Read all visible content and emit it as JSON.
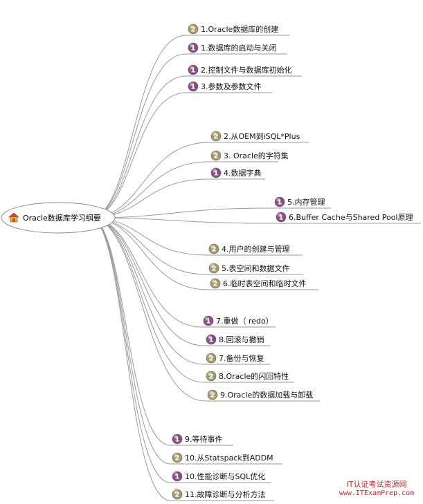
{
  "root": {
    "label": "Oracle数据库学习纲要",
    "icon": "home-icon"
  },
  "colors": {
    "badge_gold": "#a89b6a",
    "badge_purple": "#8a4d86",
    "line": "#9a9a9a",
    "root_border": "#8c8c8c",
    "watermark": "#cc2222"
  },
  "nodes": [
    {
      "id": "n1",
      "badge": "2",
      "label": "1.Oracle数据库的创建"
    },
    {
      "id": "n2",
      "badge": "1",
      "label": "1.数据库的启动与关闭"
    },
    {
      "id": "n3",
      "badge": "1",
      "label": "2.控制文件与数据库初始化"
    },
    {
      "id": "n4",
      "badge": "1",
      "label": "3.参数及参数文件"
    },
    {
      "id": "n5",
      "badge": "2",
      "label": "2.从OEM到iSQL*Plus"
    },
    {
      "id": "n6",
      "badge": "2",
      "label": "3. Oracle的字符集"
    },
    {
      "id": "n7",
      "badge": "1",
      "label": "4.数据字典"
    },
    {
      "id": "n8",
      "badge": "1",
      "label": "5.内存管理"
    },
    {
      "id": "n9",
      "badge": "1",
      "label": "6.Buffer Cache与Shared Pool原理"
    },
    {
      "id": "n10",
      "badge": "2",
      "label": "4.用户的创建与管理"
    },
    {
      "id": "n11",
      "badge": "2",
      "label": "5.表空间和数据文件"
    },
    {
      "id": "n12",
      "badge": "2",
      "label": "6.临时表空间和临时文件"
    },
    {
      "id": "n13",
      "badge": "1",
      "label": "7.重做（ redo）"
    },
    {
      "id": "n14",
      "badge": "1",
      "label": "8.回滚与撤销"
    },
    {
      "id": "n15",
      "badge": "2",
      "label": "7.备份与恢复"
    },
    {
      "id": "n16",
      "badge": "2",
      "label": "8.Oracle的闪回特性"
    },
    {
      "id": "n17",
      "badge": "2",
      "label": "9.Oracle的数据加载与卸载"
    },
    {
      "id": "n18",
      "badge": "1",
      "label": "9.等待事件"
    },
    {
      "id": "n19",
      "badge": "2",
      "label": "10.从Statspack到ADDM"
    },
    {
      "id": "n20",
      "badge": "1",
      "label": "10.性能诊断与SQL优化"
    },
    {
      "id": "n21",
      "badge": "2",
      "label": "11.故障诊断与分析方法"
    }
  ],
  "watermark": {
    "line1": "IT认证考试资源网",
    "line2": "www.ITExamPrep.com"
  }
}
